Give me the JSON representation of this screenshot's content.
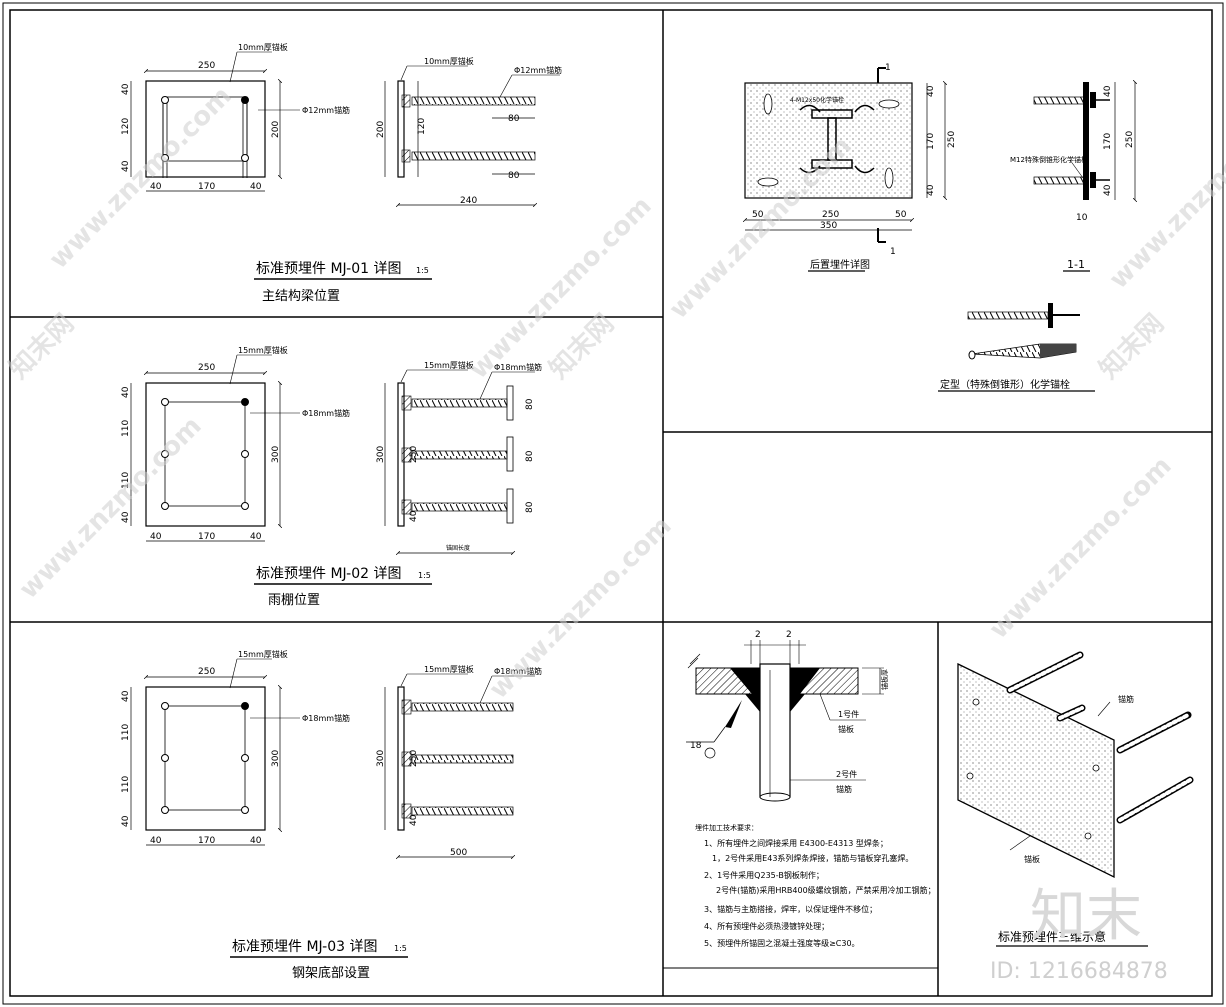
{
  "details": {
    "mj01": {
      "title": "标准预埋件 MJ-01 详图",
      "scale": "1:5",
      "subtitle": "主结构梁位置",
      "plate_note": "10mm厚锚板",
      "rebar_note": "Φ12mm锚筋",
      "rebar_note_right": "Φ12mm锚筋",
      "dims": {
        "width": "250",
        "v1": "40",
        "v2": "120",
        "v3": "40",
        "height": "200",
        "b1": "40",
        "b2": "170",
        "b3": "40",
        "sh": "200",
        "sv2": "120",
        "len1": "80",
        "len2": "80",
        "total": "240"
      }
    },
    "mj02": {
      "title": "标准预埋件 MJ-02 详图",
      "scale": "1:5",
      "subtitle": "雨棚位置",
      "plate_note": "15mm厚锚板",
      "rebar_note": "Φ18mm锚筋",
      "rebar_note_right": "Φ18mm锚筋",
      "dims": {
        "width": "250",
        "v1": "40",
        "v2": "110",
        "v3": "110",
        "v4": "40",
        "height": "300",
        "b1": "40",
        "b2": "170",
        "b3": "40",
        "sh": "300",
        "sv2": "250",
        "sv4": "40",
        "len1": "80",
        "len2": "80",
        "len3": "80",
        "total": "锚固长度"
      }
    },
    "mj03": {
      "title": "标准预埋件 MJ-03 详图",
      "scale": "1:5",
      "subtitle": "钢架底部设置",
      "plate_note": "15mm厚锚板",
      "rebar_note": "Φ18mm锚筋",
      "rebar_note_right": "Φ18mm锚筋",
      "dims": {
        "width": "250",
        "v1": "40",
        "v2": "110",
        "v3": "110",
        "v4": "40",
        "height": "300",
        "b1": "40",
        "b2": "170",
        "b3": "40",
        "sh": "300",
        "sv2": "250",
        "sv4": "40",
        "total": "500"
      }
    },
    "post": {
      "title": "后置埋件详图",
      "section_title": "1-1",
      "anchor_title": "定型（特殊倒锥形）化学锚栓",
      "bolt_note": "4-M12x50化学锚栓",
      "chem_note": "M12特殊倒锥形化学锚栓",
      "section_mark": "1",
      "dims": {
        "b1": "50",
        "b2": "250",
        "b3": "50",
        "total": "350",
        "v1": "40",
        "v2": "170",
        "v3": "40",
        "height": "250",
        "sv1": "40",
        "sv2": "170",
        "sv3": "40",
        "sh": "250",
        "gap": "10"
      }
    },
    "weld": {
      "gap_a": "2",
      "gap_b": "2",
      "thk_label": "锚板厚",
      "part1": "1号件",
      "part1_name": "锚板",
      "part2": "2号件",
      "part2_name": "锚筋",
      "weld_mark": "18",
      "req_title": "埋件加工技术要求：",
      "req": [
        "1、所有埋件之间焊接采用 E4300-E4313 型焊条；",
        "1，2号件采用E43系列焊条焊接，锚筋与锚板穿孔塞焊。",
        "2、1号件采用Q235-B钢板制作；",
        "2号件(锚筋)采用HRB400级螺纹钢筋，严禁采用冷加工钢筋；",
        "3、锚筋与主筋搭接，焊牢，以保证埋件不移位；",
        "4、所有预埋件必须热浸镀锌处理；",
        "5、预埋件所锚固之混凝土强度等级≥C30。"
      ]
    },
    "iso": {
      "title": "标准预埋件三维示意",
      "rebar_label": "锚筋",
      "plate_label": "锚板"
    }
  },
  "watermark": {
    "site": "www.znzmo.com",
    "brand": "知末网",
    "logo": "知末",
    "id": "ID: 1216684878"
  }
}
